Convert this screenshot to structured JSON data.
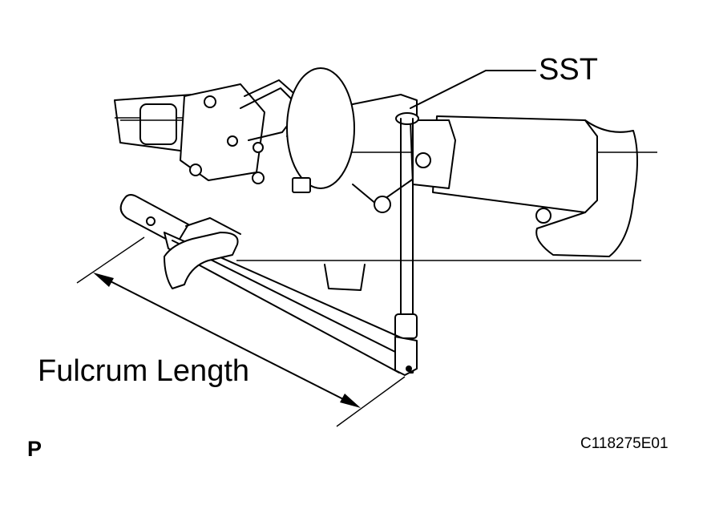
{
  "labels": {
    "sst": "SST",
    "fulcrum_length": "Fulcrum Length",
    "view_mark": "P",
    "figure_code": "C118275E01"
  },
  "icons": [
    "steering-column-illustration",
    "torque-wrench-illustration",
    "sst-extension-tool-illustration",
    "dimension-arrow"
  ]
}
